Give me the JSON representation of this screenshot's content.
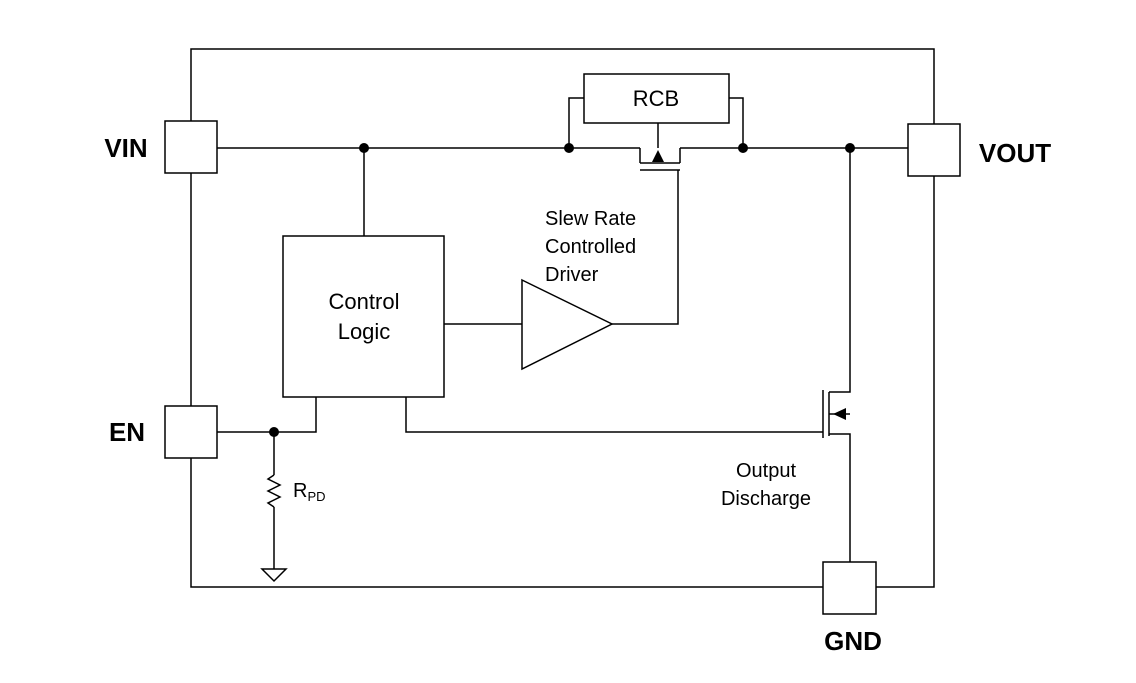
{
  "pins": {
    "vin": "VIN",
    "vout": "VOUT",
    "en": "EN",
    "gnd": "GND"
  },
  "blocks": {
    "rcb": "RCB",
    "control_logic": [
      "Control",
      "Logic"
    ],
    "driver": [
      "Slew Rate",
      "Controlled",
      "Driver"
    ],
    "output_discharge": [
      "Output",
      "Discharge"
    ]
  },
  "resistor": {
    "main": "R",
    "subscript": "PD"
  }
}
